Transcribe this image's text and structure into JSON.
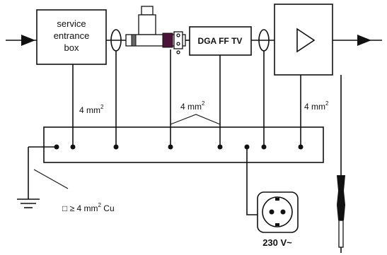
{
  "diagram": {
    "service_box": {
      "line1": "service",
      "line2": "entrance",
      "line3": "box"
    },
    "dga_box": {
      "label": "DGA FF TV"
    },
    "wire_left": {
      "value": "4 mm",
      "sup": "2"
    },
    "wire_middle": {
      "value": "4 mm",
      "sup": "2"
    },
    "wire_right": {
      "value": "4 mm",
      "sup": "2"
    },
    "ground_note": {
      "prefix": "□ ≥ 4 mm",
      "sup": "2",
      "suffix": " Cu"
    },
    "outlet_voltage": {
      "label": "230 V~"
    }
  },
  "icons": {
    "arrow_in": "arrow-right-icon",
    "arrow_out": "arrow-right-icon",
    "amplifier": "amplifier-triangle-icon",
    "outlet": "power-outlet-icon",
    "ground": "ground-symbol-icon",
    "connector": "coax-connector-icon",
    "probe": "screwdriver-probe-icon"
  }
}
